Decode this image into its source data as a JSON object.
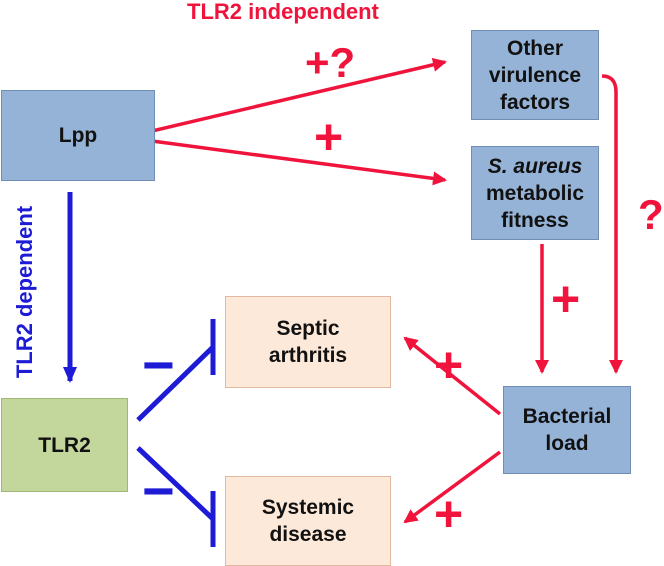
{
  "labels": {
    "tlr2_independent": "TLR2 independent",
    "tlr2_dependent": "TLR2 dependent"
  },
  "nodes": {
    "lpp": "Lpp",
    "other_virulence": [
      "Other",
      "virulence",
      "factors"
    ],
    "metabolic_fitness": [
      "S. aureus",
      "metabolic",
      "fitness"
    ],
    "tlr2": "TLR2",
    "septic_arthritis": [
      "Septic",
      "arthritis"
    ],
    "systemic_disease": [
      "Systemic",
      "disease"
    ],
    "bacterial_load": [
      "Bacterial",
      "load"
    ]
  },
  "signs": {
    "plus_question": "+?",
    "plus": "+",
    "question": "?",
    "minus": "−"
  },
  "colors": {
    "red": "#f0143c",
    "blue": "#1d1bd6",
    "box_blue": "#95b3d7",
    "box_green": "#c3d69b",
    "box_peach": "#fde9d9"
  }
}
